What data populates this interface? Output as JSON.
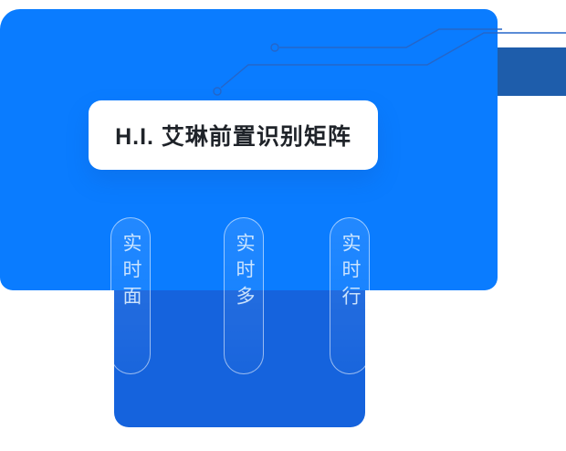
{
  "colors": {
    "main_panel": "#0a7cff",
    "lower_panel": "#1563dd",
    "accent_square": "#1e5dab",
    "circuit_line": "#2566c9",
    "title_text": "#1f2329",
    "pill_text": "#d9ecff",
    "pill_border": "rgba(255,255,255,0.55)"
  },
  "title_card": {
    "text": "H.I. 艾琳前置识别矩阵"
  },
  "pills": [
    {
      "label": "实时面"
    },
    {
      "label": "实时多"
    },
    {
      "label": "实时行"
    }
  ]
}
